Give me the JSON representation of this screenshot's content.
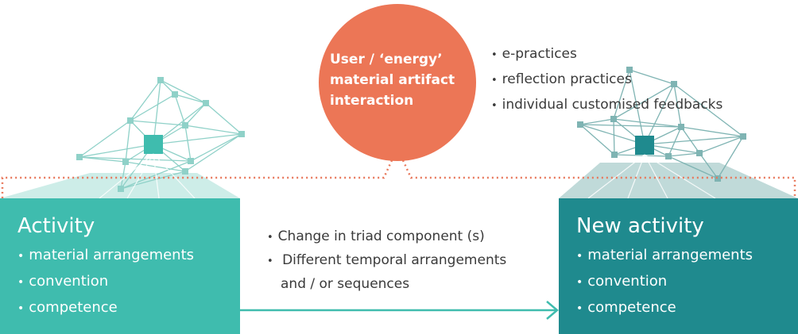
{
  "circle": {
    "lines": [
      "User / ‘energy’",
      "material artifact",
      "interaction"
    ],
    "color": "#ec7656"
  },
  "top_list": [
    "e-practices",
    "reflection practices",
    "individual customised feedbacks"
  ],
  "left_box": {
    "title": "Activity",
    "items": [
      "material arrangements",
      "convention",
      "competence"
    ],
    "color": "#3fbcae"
  },
  "right_box": {
    "title": "New activity",
    "items": [
      "material arrangements",
      "convention",
      "competence"
    ],
    "color": "#1f8a8e"
  },
  "middle_list": {
    "item1": "Change in triad component (s)",
    "item2_line1": "Different temporal arrangements",
    "item2_line2": "and / or sequences"
  },
  "colors": {
    "dotted_frame": "#e8775a",
    "network_left": "#8fd1c8",
    "network_right": "#7fb4b3",
    "arrow": "#3fbcae"
  },
  "icons": [
    "network-left-icon",
    "network-right-icon",
    "arrow-right-icon"
  ]
}
